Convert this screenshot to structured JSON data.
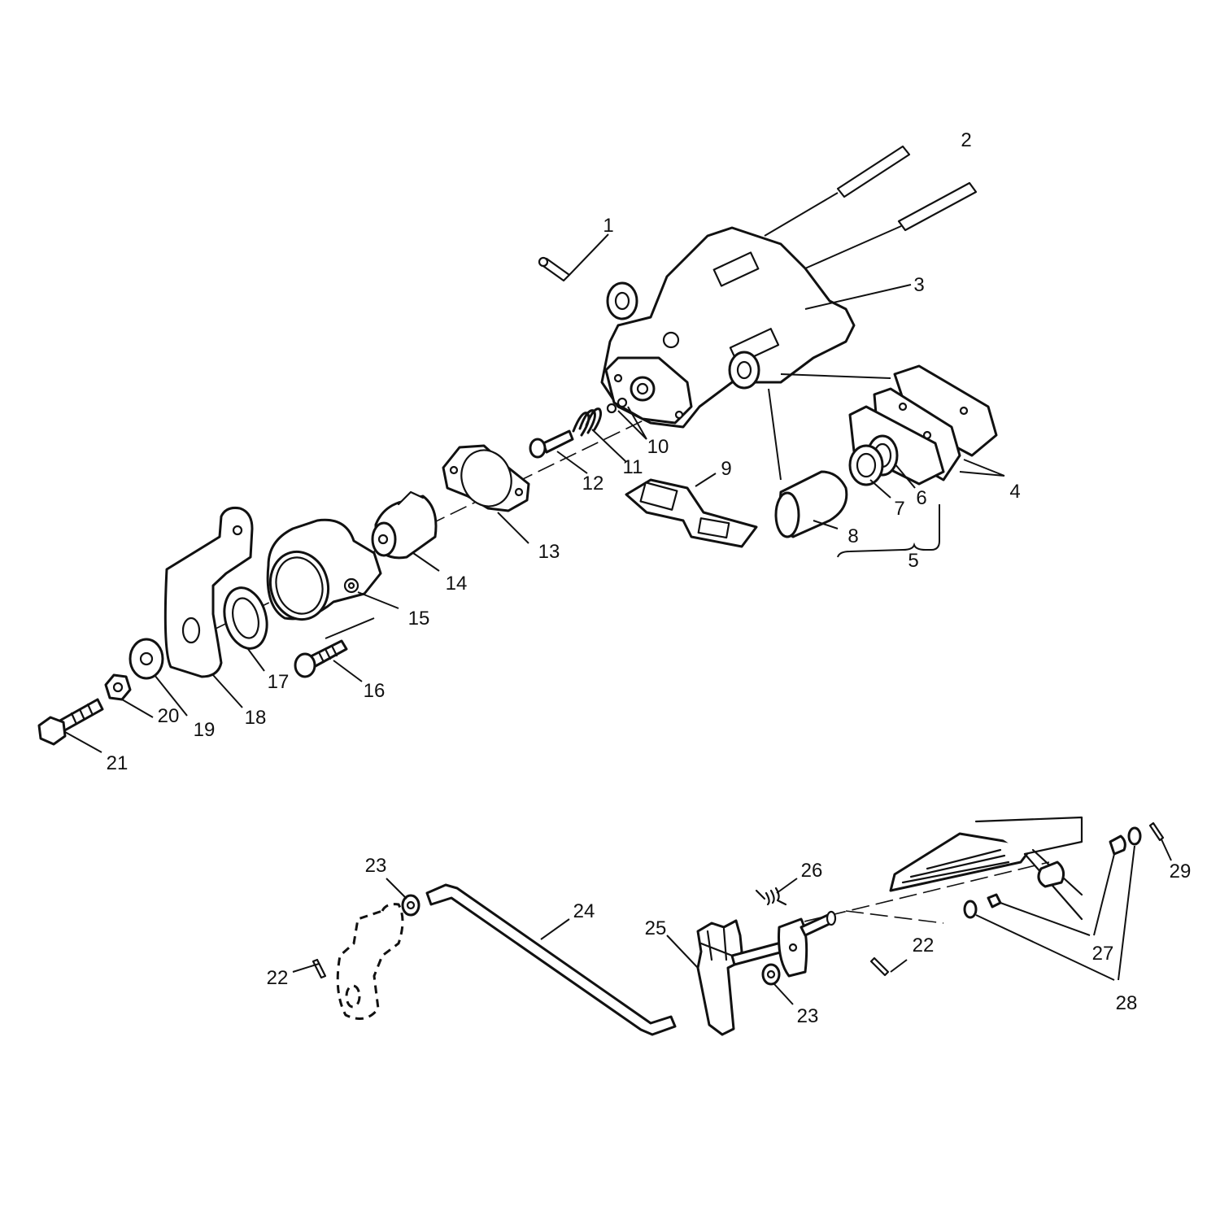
{
  "callouts": {
    "c1": "1",
    "c2": "2",
    "c3": "3",
    "c4": "4",
    "c5": "5",
    "c6": "6",
    "c7": "7",
    "c8": "8",
    "c9": "9",
    "c10": "10",
    "c11": "11",
    "c12": "12",
    "c13": "13",
    "c14": "14",
    "c15": "15",
    "c16": "16",
    "c17": "17",
    "c18": "18",
    "c19": "19",
    "c20": "20",
    "c21": "21",
    "c22a": "22",
    "c22b": "22",
    "c23a": "23",
    "c23b": "23",
    "c24": "24",
    "c25": "25",
    "c26": "26",
    "c27": "27",
    "c28": "28",
    "c29": "29"
  },
  "colors": {
    "ink": "#111111",
    "paper": "#ffffff"
  }
}
